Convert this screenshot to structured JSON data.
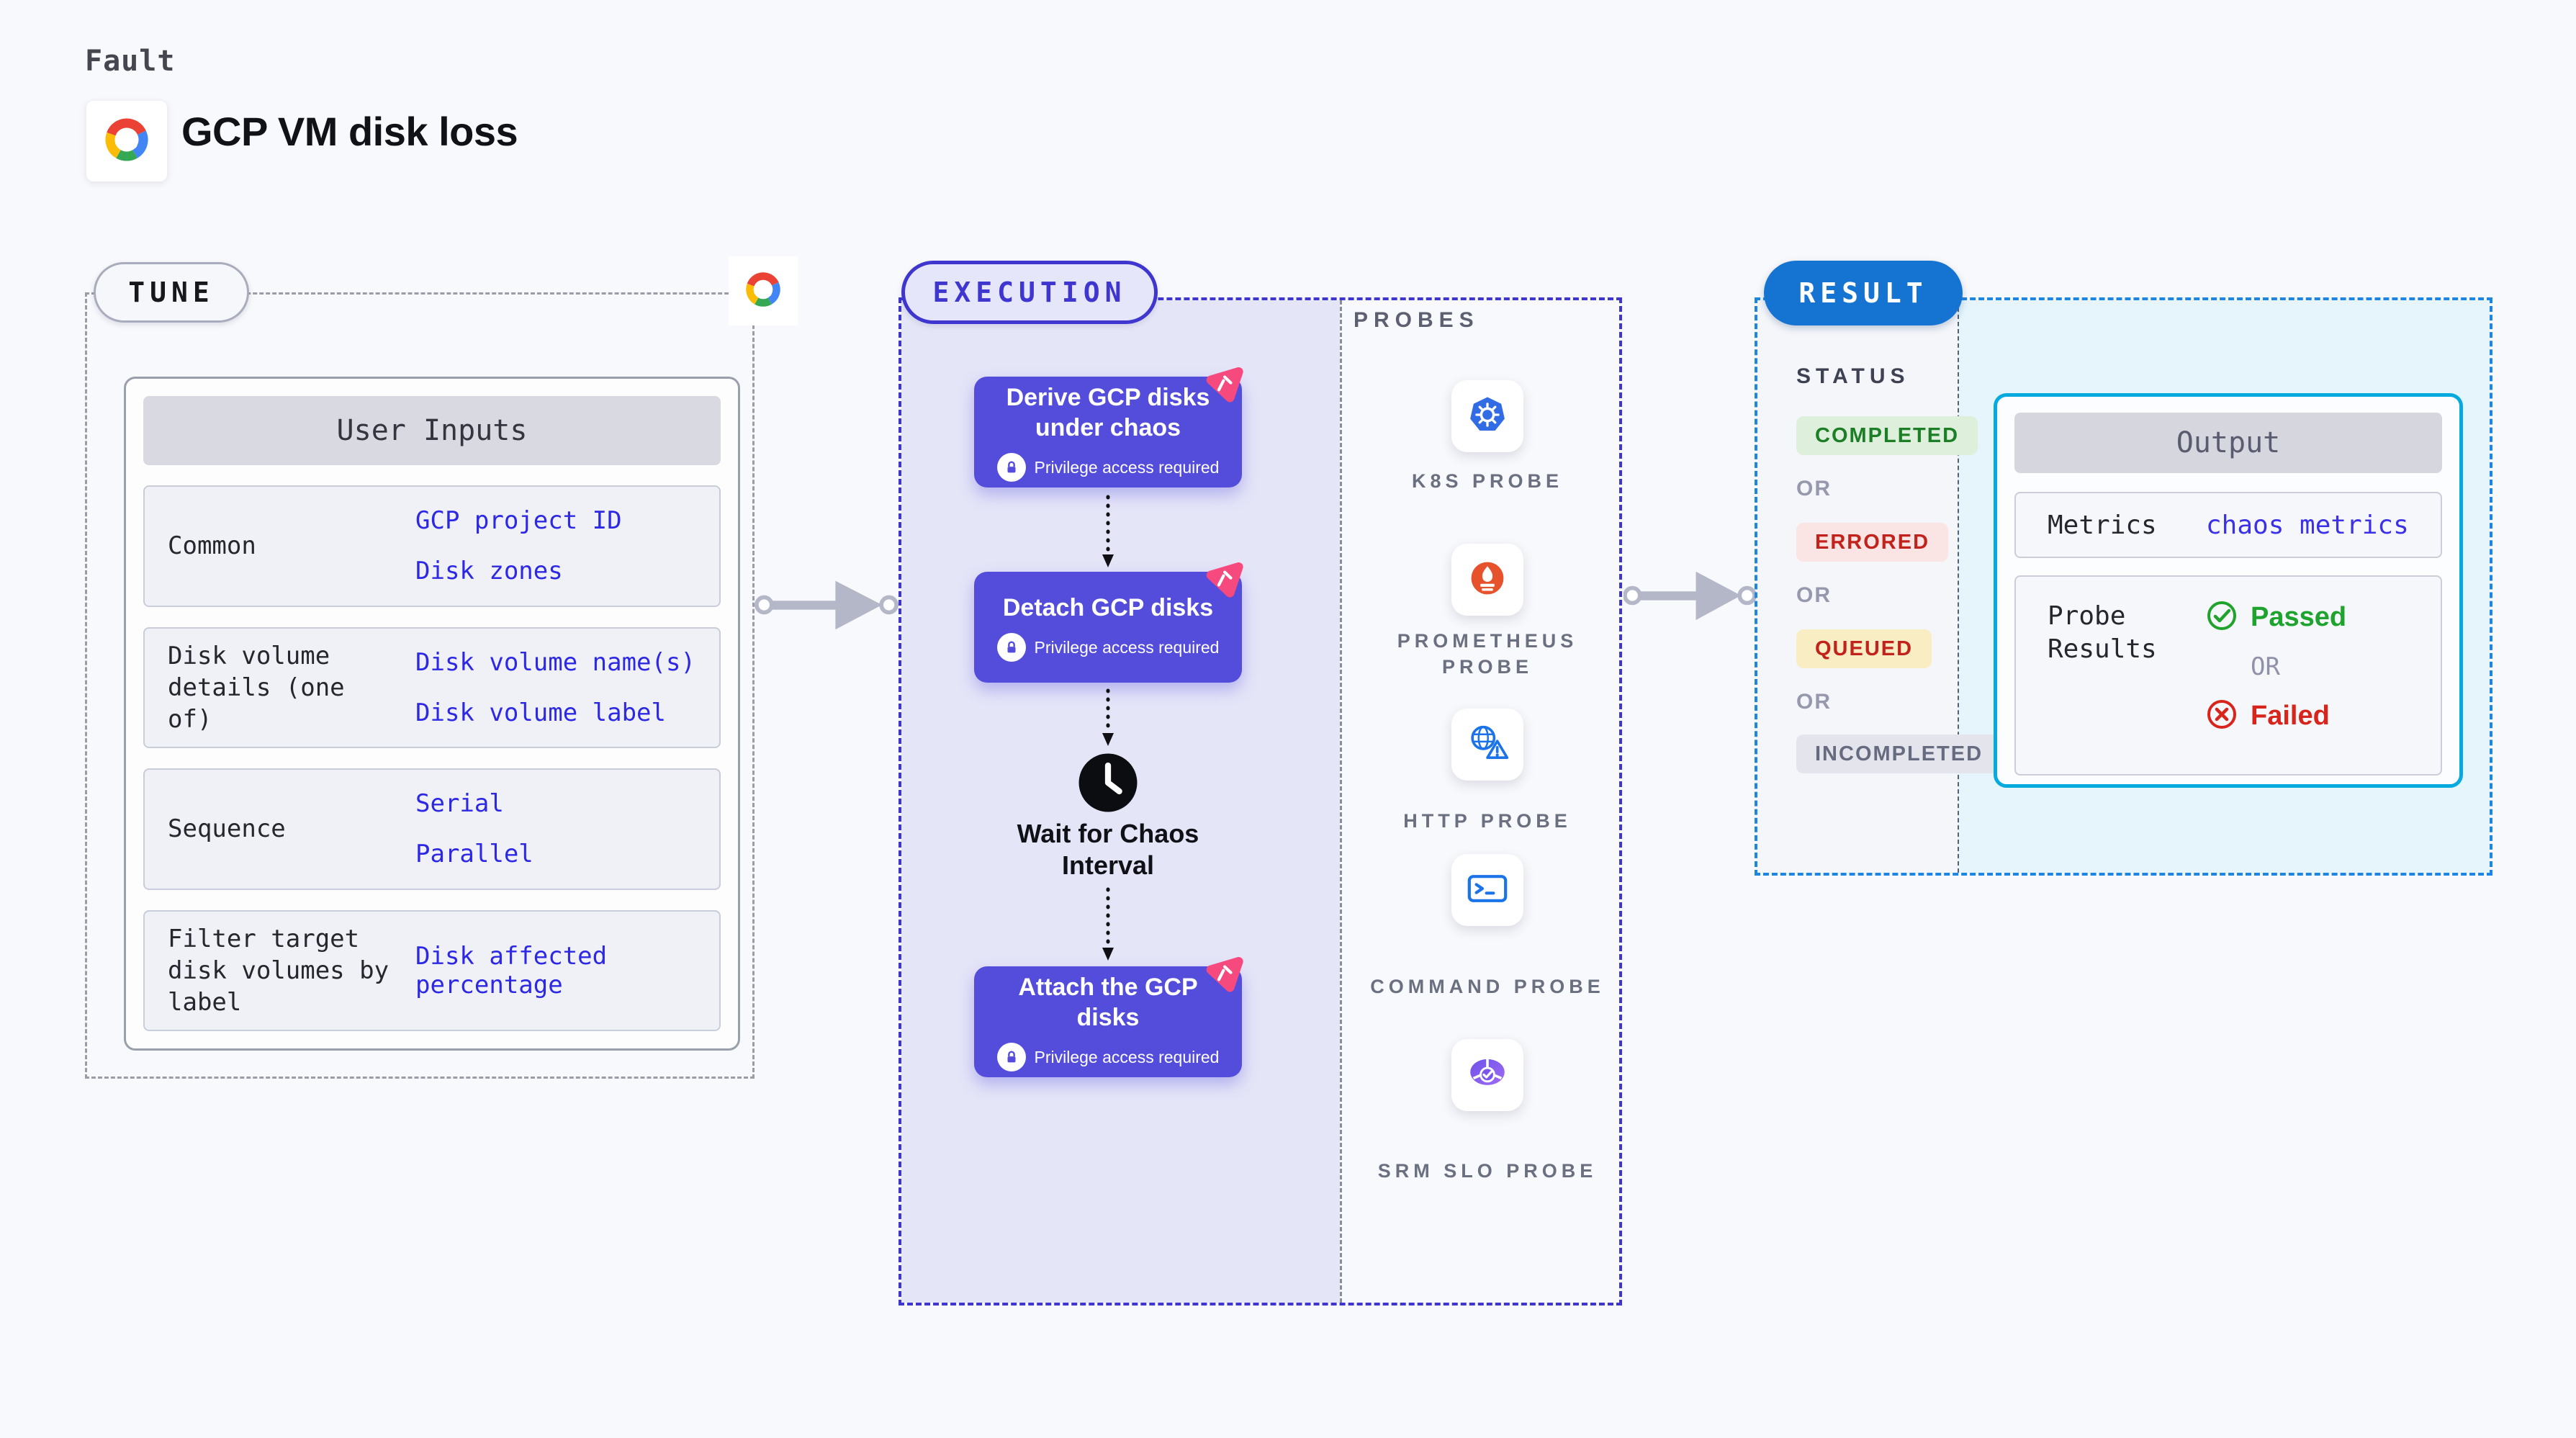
{
  "header": {
    "kicker": "Fault",
    "title": "GCP VM disk loss"
  },
  "tune": {
    "badge": "TUNE",
    "table": {
      "header": "User Inputs",
      "rows": [
        {
          "label": "Common",
          "values": [
            "GCP project ID",
            "Disk zones"
          ]
        },
        {
          "label": "Disk volume details (one of)",
          "values": [
            "Disk volume name(s)",
            "Disk volume label"
          ]
        },
        {
          "label": "Sequence",
          "values": [
            "Serial",
            "Parallel"
          ]
        },
        {
          "label": "Filter target disk volumes by label",
          "values": [
            "Disk affected percentage"
          ]
        }
      ]
    }
  },
  "execution": {
    "badge": "EXECUTION",
    "cards": [
      {
        "title": "Derive GCP disks under chaos",
        "note": "Privilege access required"
      },
      {
        "title": "Detach GCP disks",
        "note": "Privilege access required"
      },
      {
        "title": "Attach the GCP disks",
        "note": "Privilege access required"
      }
    ],
    "wait_step": {
      "title": "Wait for Chaos Interval"
    }
  },
  "probes": {
    "heading": "PROBES",
    "items": [
      {
        "label": "K8S PROBE",
        "icon": "kubernetes-icon"
      },
      {
        "label": "PROMETHEUS PROBE",
        "icon": "prometheus-icon"
      },
      {
        "label": "HTTP PROBE",
        "icon": "globe-warning-icon"
      },
      {
        "label": "COMMAND PROBE",
        "icon": "terminal-icon"
      },
      {
        "label": "SRM SLO PROBE",
        "icon": "slo-gauge-icon"
      }
    ]
  },
  "result": {
    "badge": "RESULT",
    "status_heading": "STATUS",
    "or_label": "OR",
    "statuses": [
      {
        "label": "COMPLETED",
        "color": "#1c7e26",
        "bg": "#def0dc"
      },
      {
        "label": "ERRORED",
        "color": "#c2221c",
        "bg": "#fbe5e4"
      },
      {
        "label": "QUEUED",
        "color": "#c2221c",
        "bg": "#f9edc4"
      },
      {
        "label": "INCOMPLETED",
        "color": "#666b80",
        "bg": "#e4e4ec"
      }
    ],
    "output": {
      "header": "Output",
      "metrics_label": "Metrics",
      "metrics_link": "chaos metrics",
      "probe_results_label": "Probe Results",
      "passed": "Passed",
      "or_label": "OR",
      "failed": "Failed"
    }
  },
  "colors": {
    "background": "#f8f9fc",
    "card_indigo": "#544ddb",
    "lavender_panel": "#e5e5f8",
    "execution_accent": "#3e36cf",
    "link_blue": "#2d28e4",
    "result_blue": "#1573d2",
    "result_border": "#1d86e2",
    "output_border": "#07aade",
    "output_bg_tint": "#e6f5fb",
    "pink_badge": "#f6497e",
    "success_green": "#1ea32e",
    "error_red": "#d8251c",
    "gray_dash": "#9b9ca8"
  }
}
